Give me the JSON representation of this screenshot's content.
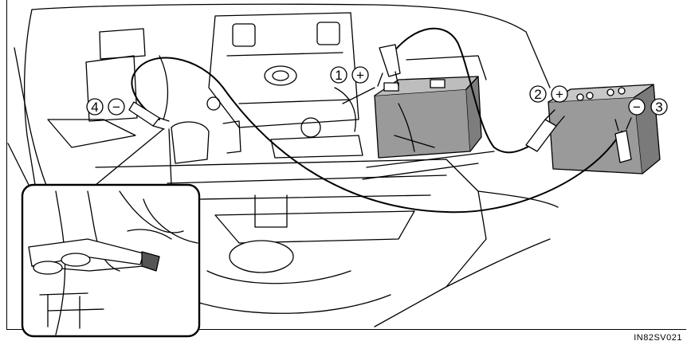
{
  "callouts": [
    {
      "number": "1",
      "sign": "+",
      "part": "vehicle-battery-positive"
    },
    {
      "number": "2",
      "sign": "+",
      "part": "booster-battery-positive"
    },
    {
      "number": "3",
      "sign": "−",
      "part": "booster-battery-negative"
    },
    {
      "number": "4",
      "sign": "−",
      "part": "engine-ground-point"
    }
  ],
  "figure_code": "IN82SV021",
  "colors": {
    "line": "#000000",
    "battery_fill": "#9a9a9a",
    "background": "#ffffff"
  }
}
